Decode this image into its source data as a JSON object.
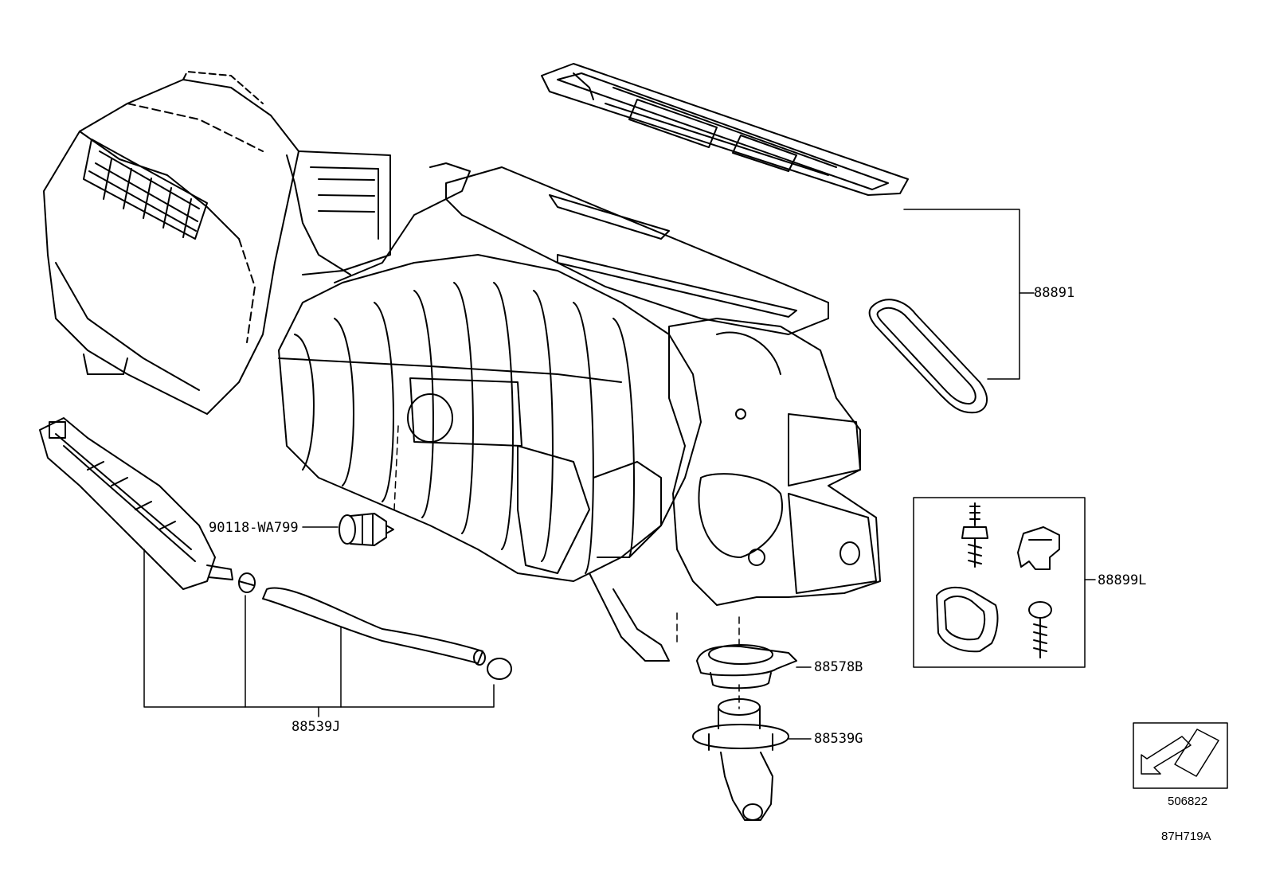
{
  "callouts": {
    "p88891": "88891",
    "p88899L": "88899L",
    "p90118": "90118-WA799",
    "p88578B": "88578B",
    "p88539G": "88539G",
    "p88539J": "88539J"
  },
  "refs": {
    "view_code": "506822",
    "diagram_code": "87H719A"
  }
}
